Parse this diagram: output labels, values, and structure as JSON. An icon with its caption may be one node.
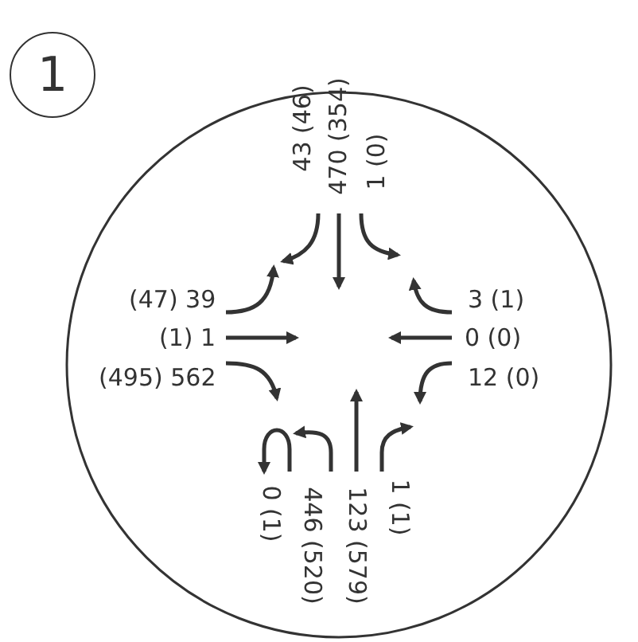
{
  "diagram": {
    "nodes": [
      {
        "text": [
          "1"
        ]
      }
    ],
    "labels": [
      "43 (46)",
      "470 (354)",
      "1 (0)",
      "(47) 39",
      "3 (1)",
      "(1) 1",
      "0 (0)",
      "(495) 562",
      "12 (0)",
      "0 (1)",
      "446 (520)",
      "123 (579)",
      "1 (1)"
    ]
  }
}
